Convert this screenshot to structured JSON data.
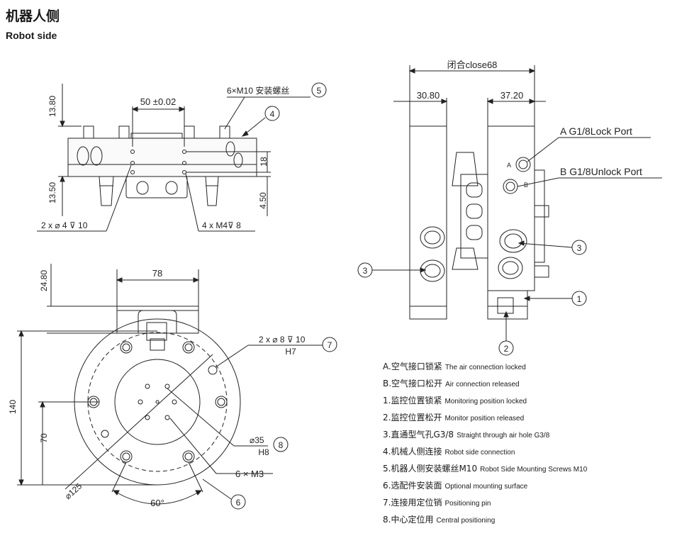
{
  "title": {
    "cn": "机器人侧",
    "en": "Robot side"
  },
  "top_view": {
    "dim_13_80": "13.80",
    "dim_13_50": "13.50",
    "dim_50": "50 ±0.02",
    "dim_18": "18",
    "dim_4_50": "4.50",
    "callout_screws": "6×M10 安装螺丝",
    "callout_holes_left": "2 x ⌀ 4 ⊽ 10",
    "callout_holes_right": "4 x  M4⊽ 8",
    "balloon_5": "5",
    "balloon_4": "4"
  },
  "front_view": {
    "dim_24_80": "24.80",
    "dim_78": "78",
    "dim_140": "140",
    "dim_70": "70",
    "dim_125": "⌀125",
    "dim_60": "60°",
    "callout_pins": "2 x ⌀ 8 ⊽ 10",
    "callout_pins_fit": "H7",
    "callout_center": "⌀35",
    "callout_center_fit": "H8",
    "callout_m3": "6 × M3",
    "balloon_7": "7",
    "balloon_8": "8",
    "balloon_6": "6"
  },
  "side_view": {
    "dim_close": "闭合close68",
    "dim_30_80": "30.80",
    "dim_37_20": "37.20",
    "port_a": "A G1/8Lock Port",
    "port_b": "B G1/8Unlock Port",
    "port_a_mark": "A",
    "port_b_mark": "B",
    "balloon_3": "3",
    "balloon_1": "1",
    "balloon_2": "2"
  },
  "legend": [
    {
      "cn": "A.空气接口锁紧",
      "en": "The air connection locked"
    },
    {
      "cn": "B.空气接口松开",
      "en": "Air connection released"
    },
    {
      "cn": "1.监控位置锁紧",
      "en": "Monitoring position locked"
    },
    {
      "cn": "2.监控位置松开",
      "en": "Monitor position released"
    },
    {
      "cn": "3.直通型气孔G3/8",
      "en": "Straight through air hole G3/8"
    },
    {
      "cn": "4.机械人侧连接",
      "en": "Robot side connection"
    },
    {
      "cn": "5.机器人侧安装螺丝M10",
      "en": "Robot Side Mounting Screws M10"
    },
    {
      "cn": "6.选配件安装面",
      "en": "Optional mounting surface"
    },
    {
      "cn": "7.连接用定位销",
      "en": "Positioning pin"
    },
    {
      "cn": "8.中心定位用",
      "en": "Central positioning"
    }
  ]
}
